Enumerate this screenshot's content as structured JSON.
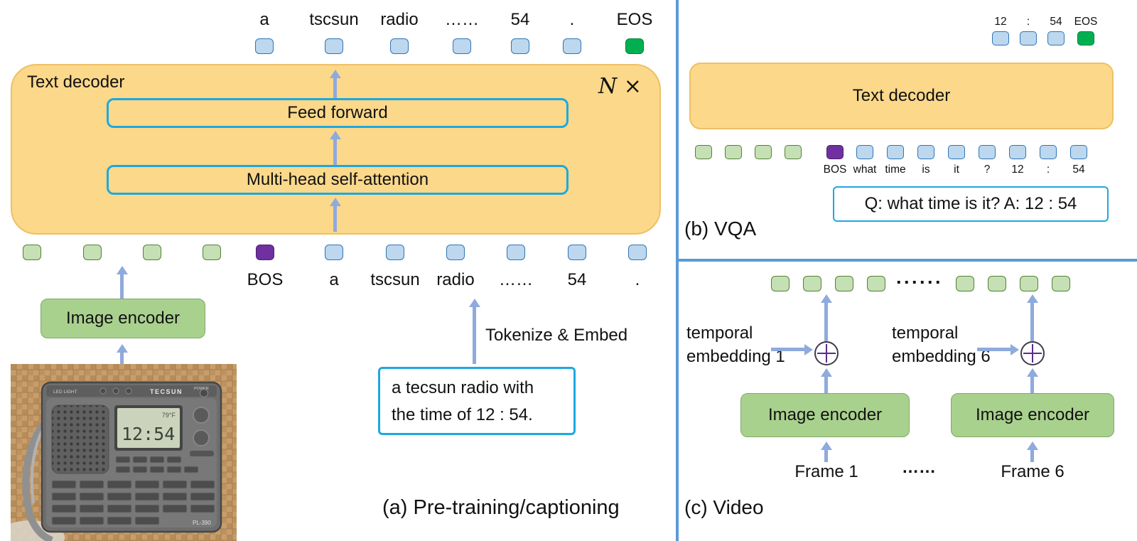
{
  "colors": {
    "decoder_fill": "#FBD88A",
    "token_blue_fill": "#BDD7EE",
    "token_blue_border": "#2E75B6",
    "token_green_fill": "#C5E0B4",
    "token_green_border": "#538135",
    "token_eos_fill": "#00B050",
    "token_bos_fill": "#7030A0",
    "cyan_border": "#1CA9E0",
    "arrow": "#8FAADC",
    "encoder_fill": "#A9D18E",
    "divider": "#5B9BD5"
  },
  "panel_a": {
    "caption": "(a) Pre-training/captioning",
    "decoder": {
      "label": "Text decoder",
      "repeat": "N ×"
    },
    "feed_forward": "Feed forward",
    "attention": "Multi-head self-attention",
    "output_tokens": [
      {
        "label": "a",
        "type": "blue"
      },
      {
        "label": "tscsun",
        "type": "blue"
      },
      {
        "label": "radio",
        "type": "blue"
      },
      {
        "label": "……",
        "type": "blue"
      },
      {
        "label": "54",
        "type": "blue"
      },
      {
        "label": ".",
        "type": "blue"
      },
      {
        "label": "EOS",
        "type": "eos"
      }
    ],
    "input_image_token_count": 4,
    "input_text_tokens": [
      {
        "label": "BOS",
        "type": "bos"
      },
      {
        "label": "a",
        "type": "blue"
      },
      {
        "label": "tscsun",
        "type": "blue"
      },
      {
        "label": "radio",
        "type": "blue"
      },
      {
        "label": "……",
        "type": "blue"
      },
      {
        "label": "54",
        "type": "blue"
      },
      {
        "label": ".",
        "type": "blue"
      }
    ],
    "image_encoder": "Image encoder",
    "tokenize": "Tokenize & Embed",
    "caption_box": {
      "line1": "a tecsun radio with",
      "line2": "the time of 12 : 54."
    },
    "radio_photo": {
      "brand": "TECSUN",
      "model": "PL-390",
      "power": "POWER",
      "display_temp": "79°F",
      "display_time": "12:54",
      "top_label": "LED LIGHT"
    }
  },
  "panel_b": {
    "caption": "(b) VQA",
    "decoder_label": "Text decoder",
    "output_tokens": [
      {
        "label": "12",
        "type": "blue"
      },
      {
        "label": ":",
        "type": "blue"
      },
      {
        "label": "54",
        "type": "blue"
      },
      {
        "label": "EOS",
        "type": "eos"
      }
    ],
    "input_image_token_count": 4,
    "input_text_tokens": [
      {
        "label": "BOS",
        "type": "bos"
      },
      {
        "label": "what",
        "type": "blue"
      },
      {
        "label": "time",
        "type": "blue"
      },
      {
        "label": "is",
        "type": "blue"
      },
      {
        "label": "it",
        "type": "blue"
      },
      {
        "label": "?",
        "type": "blue"
      },
      {
        "label": "12",
        "type": "blue"
      },
      {
        "label": ":",
        "type": "blue"
      },
      {
        "label": "54",
        "type": "blue"
      }
    ],
    "qa_box": "Q: what time is it? A: 12 : 54"
  },
  "panel_c": {
    "caption": "(c) Video",
    "token_ellipsis": "······",
    "temporal_1": {
      "line1": "temporal",
      "line2": "embedding 1"
    },
    "temporal_6": {
      "line1": "temporal",
      "line2": "embedding 6"
    },
    "encoder_1": "Image encoder",
    "encoder_6": "Image encoder",
    "frame_1": "Frame 1",
    "frame_ellipsis": "……",
    "frame_6": "Frame 6"
  }
}
